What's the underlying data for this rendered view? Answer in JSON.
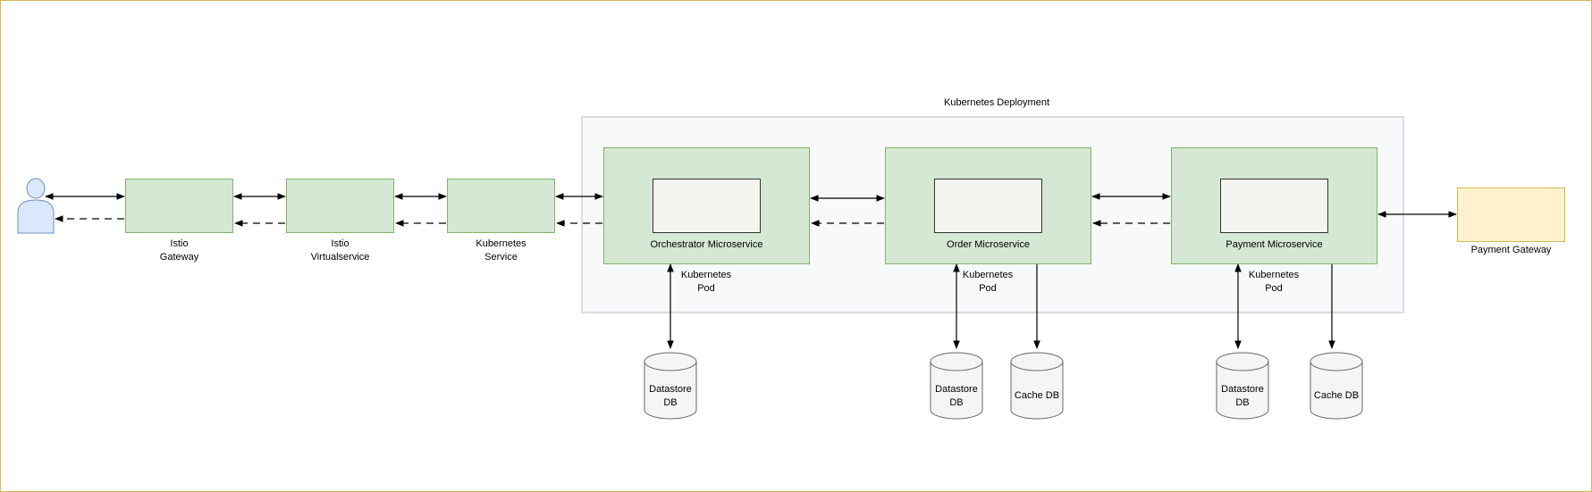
{
  "labels": {
    "deployment": "Kubernetes Deployment",
    "istio_gateway": "Istio\nGateway",
    "istio_virtualservice": "Istio\nVirtualservice",
    "k8s_service": "Kubernetes\nService",
    "orchestrator": "Orchestrator Microservice",
    "order": "Order Microservice",
    "payment": "Payment Microservice",
    "pod": "Kubernetes\nPod",
    "datastore_db": "Datastore\nDB",
    "cache_db": "Cache DB",
    "payment_gateway": "Payment Gateway"
  },
  "colors": {
    "green_fill": "#d5e8d4",
    "green_stroke": "#82b366",
    "inner_fill": "#f5f5f0",
    "inner_stroke": "#333333",
    "deployment_fill": "#f8f9fb",
    "deployment_stroke": "#d9dde3",
    "yellow_fill": "#fff2cc",
    "yellow_stroke": "#d6b656",
    "user_fill": "#dae8fc",
    "user_stroke": "#6c8ebf",
    "db_fill": "#f5f5f5",
    "db_stroke": "#666666"
  },
  "icons": {
    "user": "user-actor-icon",
    "database": "database-cylinder-icon"
  }
}
